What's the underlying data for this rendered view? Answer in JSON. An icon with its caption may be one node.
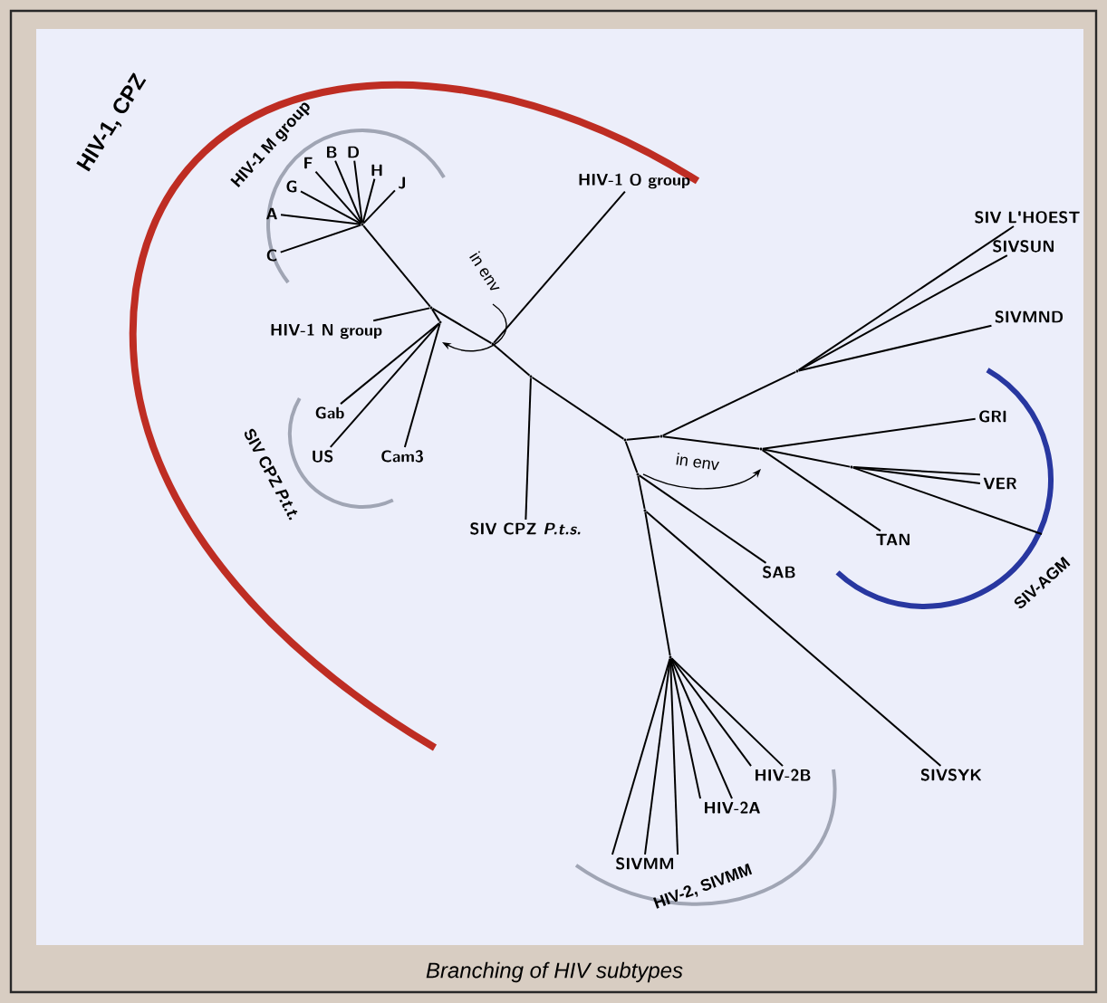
{
  "diagram": {
    "caption": "Branching of HIV subtypes",
    "nodes": [
      {
        "text": [
          "A"
        ]
      },
      {
        "text": [
          "C"
        ]
      },
      {
        "text": [
          "G"
        ]
      },
      {
        "text": [
          "F"
        ]
      },
      {
        "text": [
          "B"
        ]
      },
      {
        "text": [
          "D"
        ]
      },
      {
        "text": [
          "H"
        ]
      },
      {
        "text": [
          "J"
        ]
      },
      {
        "text": [
          "HIV-1 N group"
        ]
      },
      {
        "text": [
          "Gab"
        ]
      },
      {
        "text": [
          "US"
        ]
      },
      {
        "text": [
          "Cam3"
        ]
      },
      {
        "text": [
          "HIV-1 O group"
        ]
      },
      {
        "text": [
          "SIV CPZ *P.t.s.*"
        ]
      },
      {
        "text": [
          "SIV L'HOEST"
        ]
      },
      {
        "text": [
          "SIVSUN"
        ]
      },
      {
        "text": [
          "SIVMND"
        ]
      },
      {
        "text": [
          "GRI"
        ]
      },
      {
        "text": [
          "VER"
        ]
      },
      {
        "text": [
          "TAN"
        ]
      },
      {
        "text": [
          "SAB"
        ]
      },
      {
        "text": [
          "SIVSYK"
        ]
      },
      {
        "text": [
          "HIV-2B"
        ]
      },
      {
        "text": [
          "HIV-2A"
        ]
      },
      {
        "text": [
          "SIVMM"
        ]
      },
      {
        "text": [],
        "shape": "circle"
      },
      {
        "text": [],
        "shape": "circle"
      },
      {
        "text": [],
        "shape": "circle"
      },
      {
        "text": [],
        "shape": "circle"
      },
      {
        "text": [],
        "shape": "circle"
      },
      {
        "text": [],
        "shape": "circle"
      },
      {
        "text": [],
        "shape": "circle"
      },
      {
        "text": [],
        "shape": "circle"
      },
      {
        "text": [],
        "shape": "circle"
      },
      {
        "text": [],
        "shape": "circle"
      },
      {
        "text": [],
        "shape": "circle"
      },
      {
        "text": [],
        "shape": "circle"
      },
      {
        "text": [],
        "shape": "circle"
      }
    ],
    "edges": [
      {
        "from": 25,
        "to": 0,
        "arrow": "none"
      },
      {
        "from": 25,
        "to": 1,
        "arrow": "none"
      },
      {
        "from": 25,
        "to": 2,
        "arrow": "none"
      },
      {
        "from": 25,
        "to": 3,
        "arrow": "none"
      },
      {
        "from": 25,
        "to": 4,
        "arrow": "none"
      },
      {
        "from": 25,
        "to": 5,
        "arrow": "none"
      },
      {
        "from": 25,
        "to": 6,
        "arrow": "none"
      },
      {
        "from": 25,
        "to": 7,
        "arrow": "none"
      },
      {
        "from": 25,
        "to": 26,
        "arrow": "none"
      },
      {
        "from": 26,
        "to": 8,
        "arrow": "none"
      },
      {
        "from": 26,
        "to": 27,
        "arrow": "none"
      },
      {
        "from": 27,
        "to": 9,
        "arrow": "none"
      },
      {
        "from": 27,
        "to": 10,
        "arrow": "none"
      },
      {
        "from": 27,
        "to": 11,
        "arrow": "none"
      },
      {
        "from": 26,
        "to": 28,
        "arrow": "none"
      },
      {
        "from": 28,
        "to": 12,
        "arrow": "none"
      },
      {
        "from": 28,
        "to": 29,
        "arrow": "none"
      },
      {
        "from": 29,
        "to": 13,
        "arrow": "none"
      },
      {
        "from": 29,
        "to": 30,
        "arrow": "none"
      },
      {
        "from": 30,
        "to": 31,
        "arrow": "none"
      },
      {
        "from": 31,
        "to": 32,
        "arrow": "none"
      },
      {
        "from": 32,
        "to": 14,
        "arrow": "none"
      },
      {
        "from": 32,
        "to": 15,
        "arrow": "none"
      },
      {
        "from": 32,
        "to": 16,
        "arrow": "none"
      },
      {
        "from": 31,
        "to": 33,
        "arrow": "none"
      },
      {
        "from": 33,
        "to": 17,
        "arrow": "none"
      },
      {
        "from": 33,
        "to": 34,
        "arrow": "none"
      },
      {
        "from": 34,
        "to": 18,
        "arrow": "none"
      },
      {
        "from": 34,
        "to": 18,
        "arrow": "none"
      },
      {
        "from": 34,
        "to": null,
        "arrow": "none"
      },
      {
        "from": 33,
        "to": 19,
        "arrow": "none"
      },
      {
        "from": 30,
        "to": 35,
        "arrow": "none"
      },
      {
        "from": 35,
        "to": 20,
        "arrow": "none"
      },
      {
        "from": 35,
        "to": 36,
        "arrow": "none"
      },
      {
        "from": 36,
        "to": 21,
        "arrow": "none"
      },
      {
        "from": 36,
        "to": 37,
        "arrow": "none"
      },
      {
        "from": 37,
        "to": 22,
        "arrow": "none"
      },
      {
        "from": 37,
        "to": 22,
        "arrow": "none"
      },
      {
        "from": 37,
        "to": 23,
        "arrow": "none"
      },
      {
        "from": 37,
        "to": 23,
        "arrow": "none"
      },
      {
        "from": 37,
        "to": 24,
        "arrow": "none"
      },
      {
        "from": 37,
        "to": 24,
        "arrow": "none"
      },
      {
        "from": 37,
        "to": 24,
        "arrow": "none"
      }
    ],
    "labels": [
      "HIV-1, CPZ",
      "HIV-1 M group",
      "in env",
      "SIV CPZ *P.t.t.*",
      "in env",
      "SIV-AGM",
      "HIV-2, SIVMM"
    ]
  }
}
